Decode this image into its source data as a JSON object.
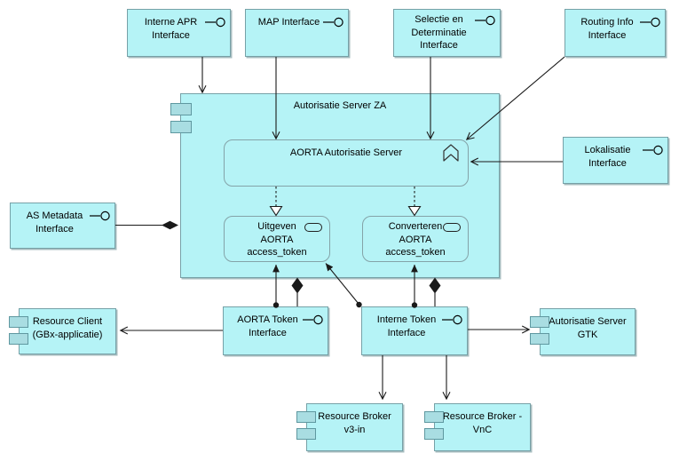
{
  "colors": {
    "canvas_bg": "#ffffff",
    "node_fill": "#b5f3f6",
    "node_border": "#76a1a7",
    "node_shadow": "#a7bcbf",
    "rounded_border": "#84a3a8",
    "compicon_fill": "#a9dde2",
    "compicon_border": "#5f98a0",
    "wire": "#1a1a1a",
    "text": "#000000"
  },
  "icons": {
    "interface": "lollipop-icon",
    "component": "component-icon",
    "function": "function-icon",
    "service": "service-icon"
  },
  "nodes": {
    "interne_apr": {
      "label": "Interne APR\nInterface",
      "type": "application-interface"
    },
    "map": {
      "label": "MAP Interface",
      "type": "application-interface"
    },
    "selectie": {
      "label": "Selectie en\nDeterminatie\nInterface",
      "type": "application-interface"
    },
    "routing": {
      "label": "Routing Info\nInterface",
      "type": "application-interface"
    },
    "container": {
      "label": "Autorisatie Server ZA",
      "type": "application-component"
    },
    "aorta_server": {
      "label": "AORTA Autorisatie Server",
      "type": "application-function"
    },
    "uitgeven": {
      "label": "Uitgeven\nAORTA\naccess_token",
      "type": "application-service"
    },
    "converteren": {
      "label": "Converteren\nAORTA\naccess_token",
      "type": "application-service"
    },
    "as_metadata": {
      "label": "AS Metadata\nInterface",
      "type": "application-interface"
    },
    "lokalisatie": {
      "label": "Lokalisatie\nInterface",
      "type": "application-interface"
    },
    "aorta_token": {
      "label": "AORTA Token\nInterface",
      "type": "application-interface"
    },
    "interne_token": {
      "label": "Interne Token\nInterface",
      "type": "application-interface"
    },
    "resource_client": {
      "label": "Resource Client\n(GBx-applicatie)",
      "type": "application-component"
    },
    "as_gtk": {
      "label": "Autorisatie Server\nGTK",
      "type": "application-component"
    },
    "rb_v3": {
      "label": "Resource Broker\nv3-in",
      "type": "application-component"
    },
    "rb_vnc": {
      "label": "Resource Broker -\nVnC",
      "type": "application-component"
    }
  }
}
